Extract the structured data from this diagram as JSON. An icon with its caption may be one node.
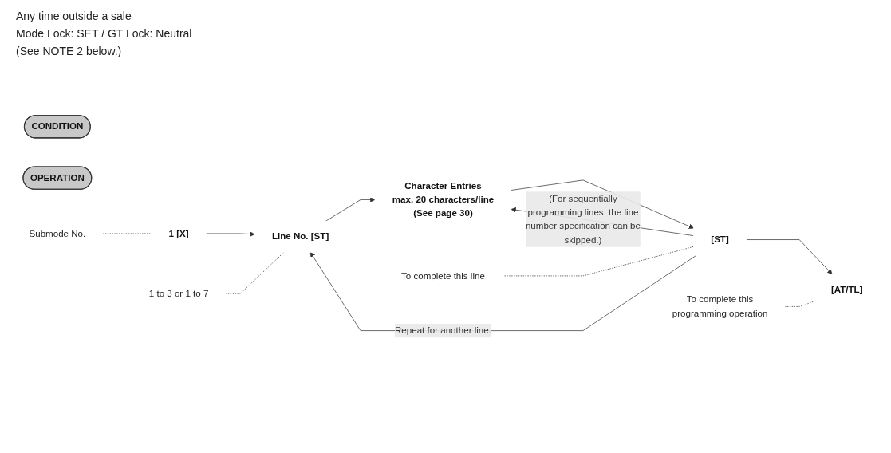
{
  "diagram": {
    "nodes": [
      {
        "text": [
          "CONDITION"
        ]
      },
      {
        "text": [
          "OPERATION"
        ]
      },
      {
        "text": [
          "1 [X]"
        ]
      },
      {
        "text": [
          "Submode No."
        ]
      },
      {
        "text": [
          "Line No. [ST]"
        ]
      },
      {
        "text": [
          "1 to 3 or 1 to 7"
        ]
      },
      {
        "text": [
          "Character Entries",
          "max. 20 characters/line",
          "(See page 30)"
        ]
      },
      {
        "text": [
          "[ST]"
        ]
      },
      {
        "text": [
          "To complete this line"
        ]
      },
      {
        "text": [
          "[AT/TL]"
        ]
      },
      {
        "text": [
          "To complete this programming operation"
        ]
      }
    ],
    "edges": [
      {
        "from": 2,
        "to": 4,
        "arrow": "to"
      },
      {
        "from": 4,
        "to": 6,
        "arrow": "to"
      },
      {
        "from": 6,
        "to": 7,
        "arrow": "to"
      },
      {
        "from": 7,
        "to": 9,
        "arrow": "to"
      },
      {
        "from": 7,
        "to": 4,
        "arrow": "to",
        "label": "Repeat for another line."
      },
      {
        "from": 7,
        "to": 6,
        "arrow": "to",
        "label": "(For sequentially programming lines, the line number specification can be skipped.)"
      },
      {
        "from": 3,
        "to": 2,
        "arrow": "none",
        "style": "dashed"
      },
      {
        "from": 5,
        "to": 4,
        "arrow": "none",
        "style": "dashed"
      },
      {
        "from": 8,
        "to": 7,
        "arrow": "none",
        "style": "dashed"
      },
      {
        "from": 10,
        "to": 9,
        "arrow": "none",
        "style": "dashed"
      }
    ],
    "labels": [
      "Any time outside a sale",
      "Mode Lock: SET / GT Lock: Neutral",
      "(See NOTE 2 below.)"
    ]
  }
}
